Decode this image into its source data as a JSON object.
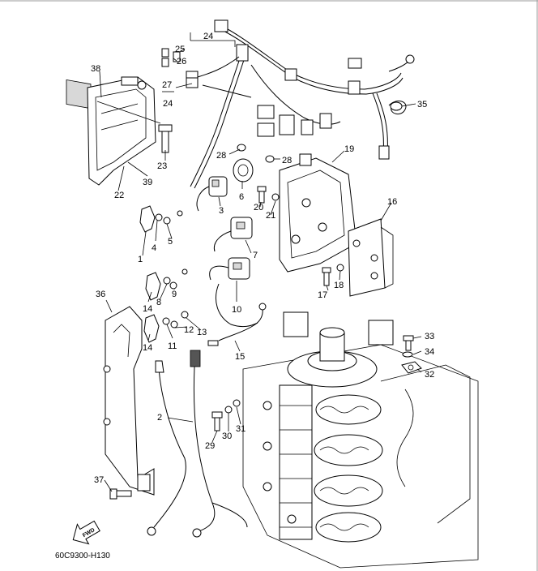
{
  "callouts": {
    "c1": "1",
    "c2": "2",
    "c3": "3",
    "c4": "4",
    "c5": "5",
    "c6": "6",
    "c7": "7",
    "c8": "8",
    "c9": "9",
    "c10": "10",
    "c11": "11",
    "c12": "12",
    "c13": "13",
    "c14a": "14",
    "c14b": "14",
    "c15": "15",
    "c16": "16",
    "c17": "17",
    "c18": "18",
    "c19": "19",
    "c20": "20",
    "c21": "21",
    "c22": "22",
    "c23": "23",
    "c24a": "24",
    "c24b": "24",
    "c25": "25",
    "c26": "26",
    "c27": "27",
    "c28a": "28",
    "c28b": "28",
    "c29": "29",
    "c30": "30",
    "c31": "31",
    "c32": "32",
    "c33": "33",
    "c34": "34",
    "c35": "35",
    "c36": "36",
    "c37": "37",
    "c38": "38",
    "c39": "39"
  },
  "fwd_label": "FWD",
  "diagram_code": "60C9300-H130"
}
